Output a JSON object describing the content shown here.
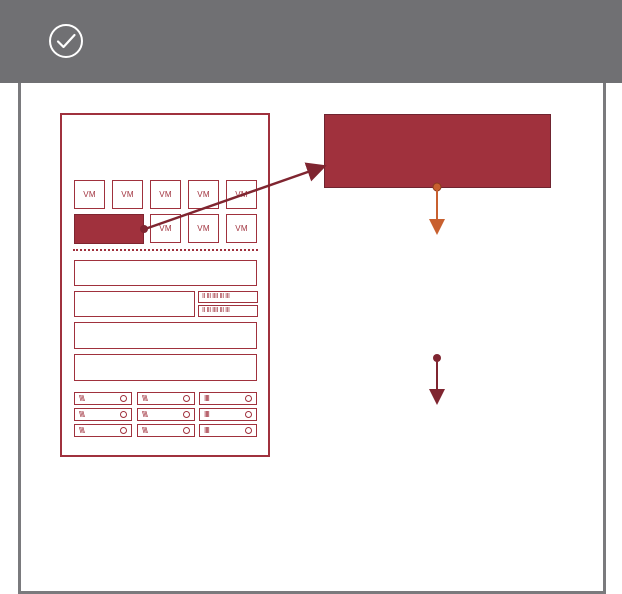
{
  "colors": {
    "header_bg": "#707073",
    "accent": "#a0313d",
    "arrow_orange": "#c8602f",
    "frame": "#7a7a7d"
  },
  "icons": {
    "header": "check-circle-icon"
  },
  "rack": {
    "vm_label": "VM",
    "vm_slots_row1": [
      "VM",
      "VM",
      "VM",
      "VM",
      "VM"
    ],
    "vm_slots_row2": [
      "VM",
      "VM",
      "VM"
    ],
    "tape_bars": "II III IIII III III"
  }
}
